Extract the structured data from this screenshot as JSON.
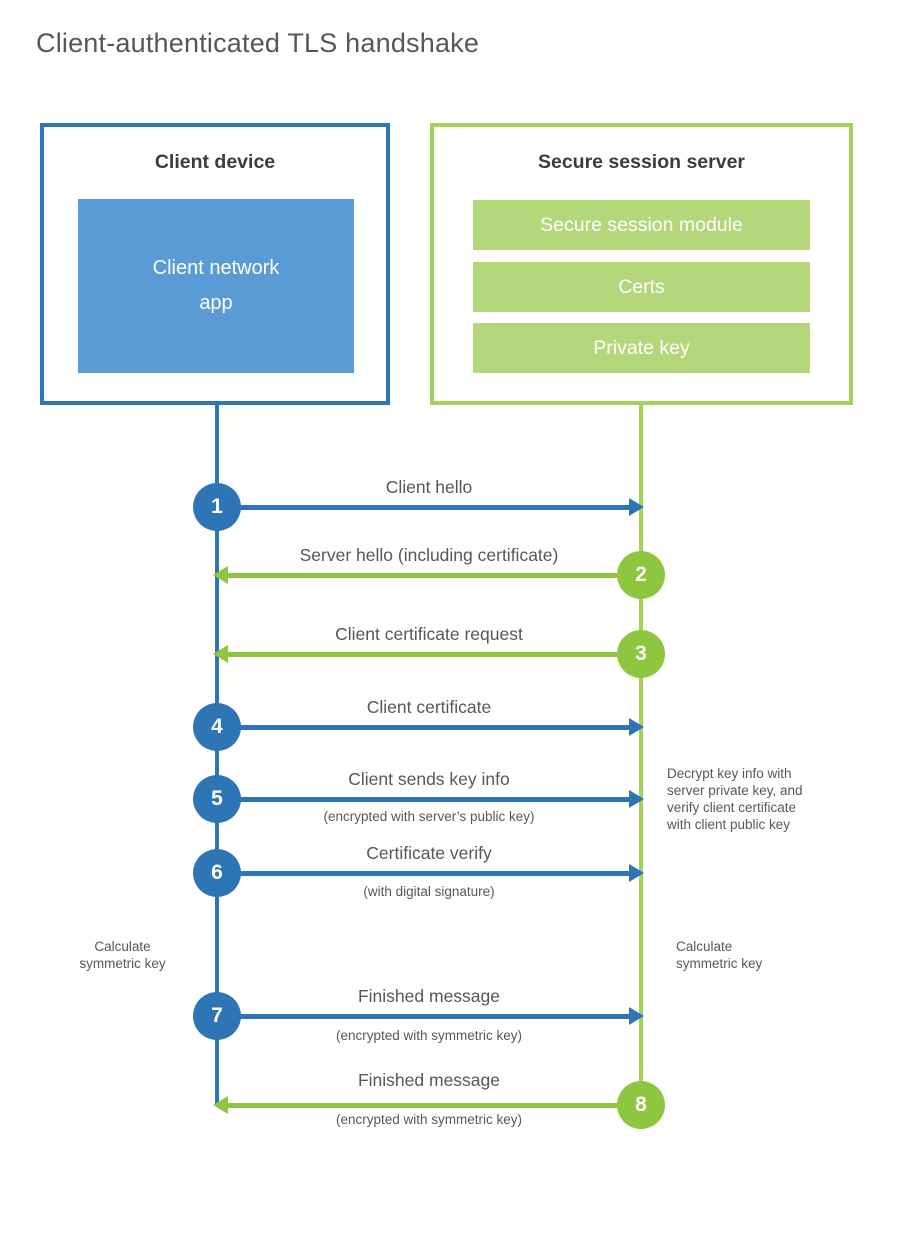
{
  "title": "Client-authenticated TLS handshake",
  "colors": {
    "blue_line": "#2e75b6",
    "blue_fill": "#5b9bd5",
    "green_line": "#8ec63f",
    "green_border": "#a3d158",
    "green_fill": "#b4d77c",
    "text_dark": "#3c3c3c",
    "text_gray": "#575757"
  },
  "client": {
    "title": "Client device",
    "app_label": "Client network\napp"
  },
  "server": {
    "title": "Secure session server",
    "modules": [
      "Secure session module",
      "Certs",
      "Private key"
    ]
  },
  "steps": [
    {
      "num": "1",
      "label": "Client hello",
      "sub": "",
      "direction": "client-to-server"
    },
    {
      "num": "2",
      "label": "Server hello (including certificate)",
      "sub": "",
      "direction": "server-to-client"
    },
    {
      "num": "3",
      "label": "Client certificate request",
      "sub": "",
      "direction": "server-to-client"
    },
    {
      "num": "4",
      "label": "Client certificate",
      "sub": "",
      "direction": "client-to-server"
    },
    {
      "num": "5",
      "label": "Client sends key info",
      "sub": "(encrypted with server’s public key)",
      "direction": "client-to-server"
    },
    {
      "num": "6",
      "label": "Certificate verify",
      "sub": "(with digital signature)",
      "direction": "client-to-server"
    },
    {
      "num": "7",
      "label": "Finished message",
      "sub": "(encrypted with symmetric key)",
      "direction": "client-to-server"
    },
    {
      "num": "8",
      "label": "Finished message",
      "sub": "(encrypted with symmetric key)",
      "direction": "server-to-client"
    }
  ],
  "notes": {
    "decrypt": "Decrypt key info with\nserver private key, and\nverify client certificate\nwith client public key",
    "calc_left": "Calculate\nsymmetric key",
    "calc_right": "Calculate\nsymmetric key"
  }
}
